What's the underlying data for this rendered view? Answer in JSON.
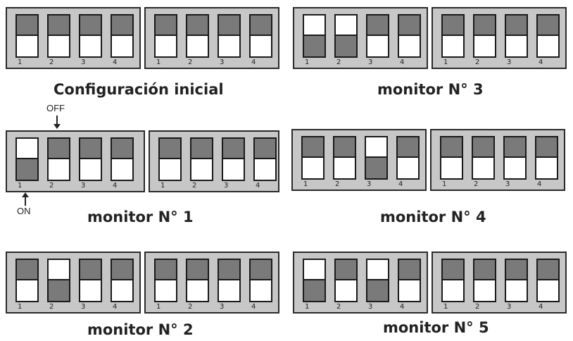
{
  "groups": [
    {
      "id": "g1",
      "caption": "Configuración inicial",
      "left": [
        "off",
        "off",
        "off",
        "off"
      ],
      "right": [
        "off",
        "off",
        "off",
        "off"
      ]
    },
    {
      "id": "g2",
      "caption": "monitor N° 3",
      "left": [
        "on",
        "on",
        "off",
        "off"
      ],
      "right": [
        "off",
        "off",
        "off",
        "off"
      ]
    },
    {
      "id": "g3",
      "caption": "monitor N° 1",
      "left": [
        "on",
        "off",
        "off",
        "off"
      ],
      "right": [
        "off",
        "off",
        "off",
        "off"
      ]
    },
    {
      "id": "g4",
      "caption": "monitor N° 4",
      "left": [
        "off",
        "off",
        "on",
        "off"
      ],
      "right": [
        "off",
        "off",
        "off",
        "off"
      ]
    },
    {
      "id": "g5",
      "caption": "monitor N° 2",
      "left": [
        "off",
        "on",
        "off",
        "off"
      ],
      "right": [
        "off",
        "off",
        "off",
        "off"
      ]
    },
    {
      "id": "g6",
      "caption": "monitor N° 5",
      "left": [
        "on",
        "off",
        "on",
        "off"
      ],
      "right": [
        "off",
        "off",
        "off",
        "off"
      ]
    }
  ],
  "switch_numbers": [
    "1",
    "2",
    "3",
    "4"
  ],
  "labels": {
    "off": "OFF",
    "on": "ON"
  }
}
